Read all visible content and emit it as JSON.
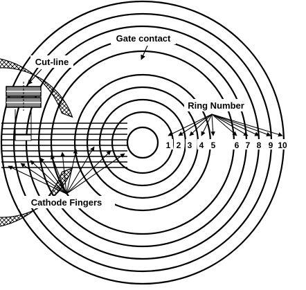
{
  "labels": {
    "gate_contact": "Gate contact",
    "cut_line": "Cut-line",
    "ring_number": "Ring Number",
    "cathode_fingers": "Cathode Fingers"
  },
  "ring_numbers": [
    "1",
    "2",
    "3",
    "4",
    "5",
    "6",
    "7",
    "8",
    "9",
    "10"
  ],
  "colors": {
    "stroke": "#000000",
    "background": "#ffffff",
    "gate_hatch": "#000000"
  }
}
